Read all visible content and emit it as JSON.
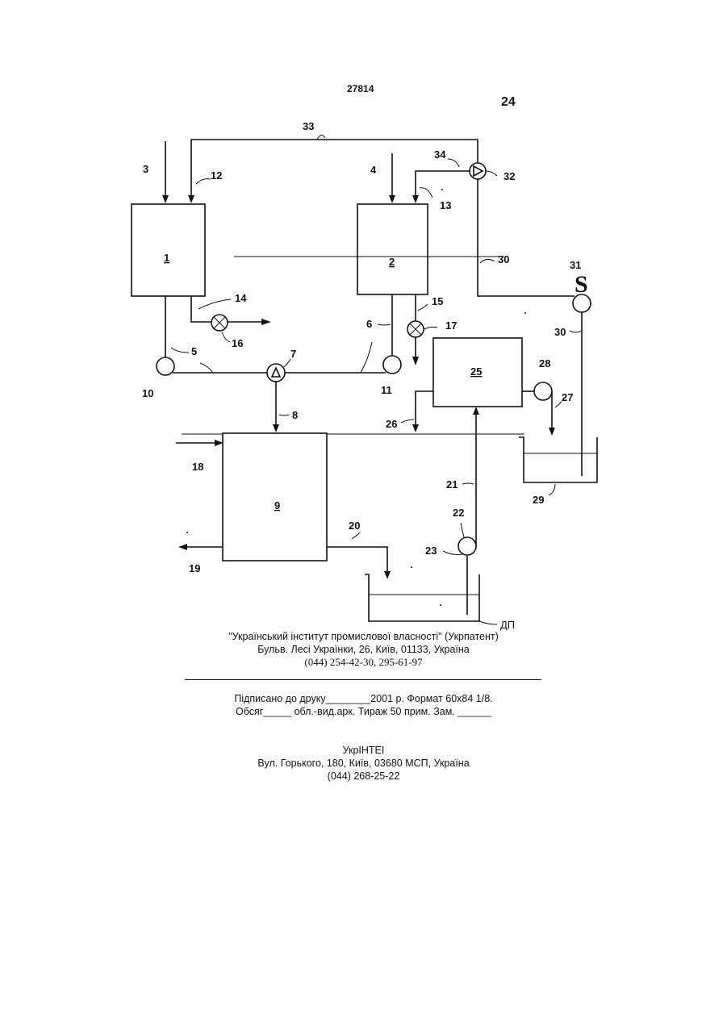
{
  "header": {
    "patent_number": "27814",
    "page_number": "24"
  },
  "diagram": {
    "labels": {
      "l1": "1",
      "l2": "2",
      "l3": "3",
      "l4": "4",
      "l5": "5",
      "l6": "6",
      "l7": "7",
      "l8": "8",
      "l9": "9",
      "l10": "10",
      "l11": "11",
      "l12": "12",
      "l13": "13",
      "l14": "14",
      "l15": "15",
      "l16": "16",
      "l17": "17",
      "l18": "18",
      "l19": "19",
      "l20": "20",
      "l21": "21",
      "l22": "22",
      "l23": "23",
      "l25": "25",
      "l26": "26",
      "l27": "27",
      "l28": "28",
      "l29": "29",
      "l30a": "30",
      "l30b": "30",
      "l31": "31",
      "l32": "32",
      "l33": "33",
      "l34": "34",
      "s": "S"
    },
    "dp_label": "ДП"
  },
  "colophon": {
    "publisher_line1": "\"Український інститут промислової власності\" (Укрпатент)",
    "publisher_line2": "Бульв. Лесі Українки, 26, Київ, 01133, Україна",
    "publisher_phone": "(044) 254-42-30, 295-61-97",
    "print_line1": "Підписано до друку________2001 р.    Формат 60х84 1/8.",
    "print_line2": "Обсяг_____  обл.-вид.арк.  Тираж 50 прим.    Зам. ______",
    "printer_name": "УкрІНТЕІ",
    "printer_address": "Вул. Горького, 180, Київ, 03680 МСП, Україна",
    "printer_phone": "(044) 268-25-22"
  }
}
